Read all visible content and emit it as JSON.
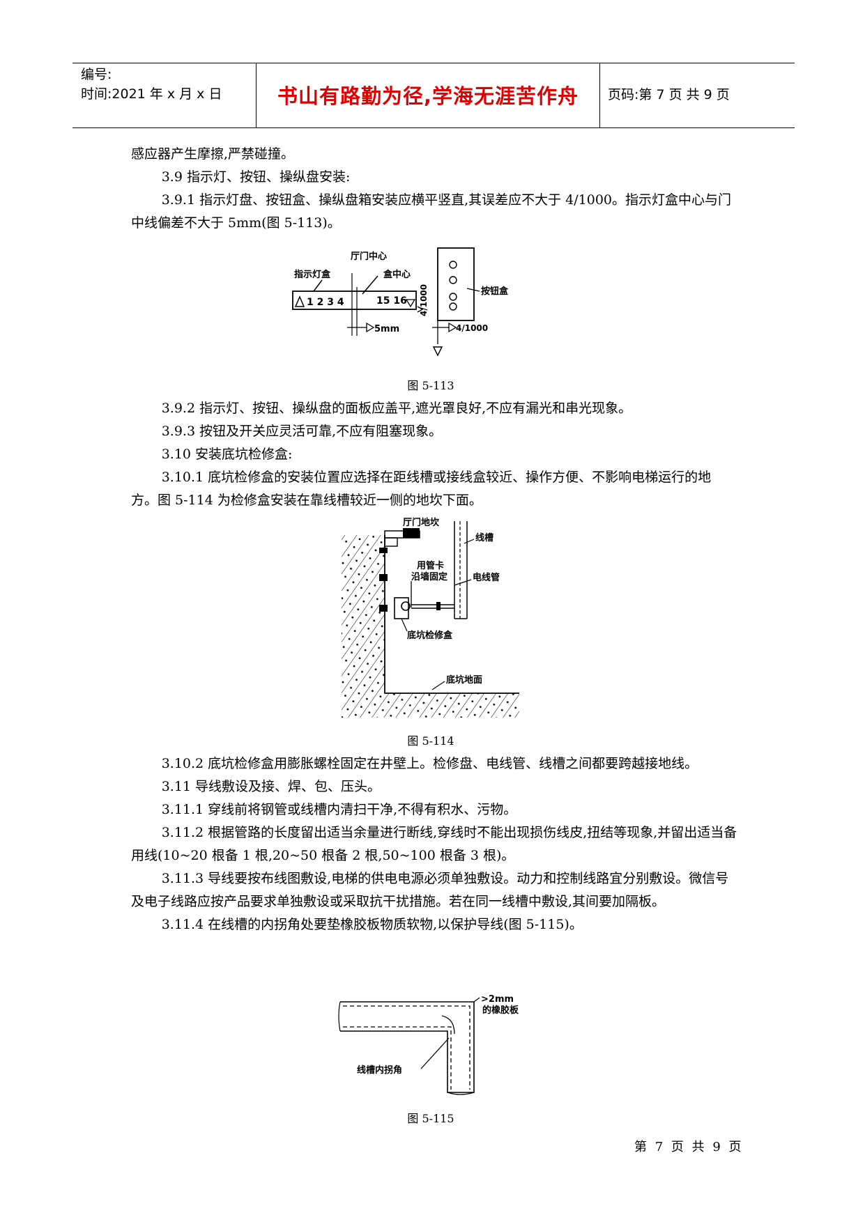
{
  "header": {
    "number_label": "编号:",
    "time_label": "时间:2021 年 x 月 x 日",
    "motto": "书山有路勤为径,学海无涯苦作舟",
    "page_label": "页码:第 7 页  共 9 页"
  },
  "paragraphs": [
    "感应器产生摩擦,严禁碰撞。",
    "3.9   指示灯、按钮、操纵盘安装:",
    "3.9.1   指示灯盘、按钮盒、操纵盘箱安装应横平竖直,其误差应不大于 4/1000。指示灯盒中心与门中线偏差不大于 5mm(图 5-113)。"
  ],
  "fig113": {
    "caption": "图 5-113",
    "label_center": "厅门中心",
    "label_lamp": "指示灯盒",
    "label_box_center": "盒中心",
    "numbers": "1  2  3  4",
    "numbers_right": "15  16",
    "label_ratio_v": "4/1000",
    "label_5mm": "5mm",
    "label_button_box": "按钮盒",
    "label_ratio_h": "4/1000"
  },
  "paragraphs2": [
    "3.9.2   指示灯、按钮、操纵盘的面板应盖平,遮光罩良好,不应有漏光和串光现象。",
    "3.9.3   按钮及开关应灵活可靠,不应有阻塞现象。",
    "3.10   安装底坑检修盒:",
    "3.10.1   底坑检修盒的安装位置应选择在距线槽或接线盒较近、操作方便、不影响电梯运行的地方。图 5-114 为检修盒安装在靠线槽较近一侧的地坎下面。"
  ],
  "fig114": {
    "caption": "图 5-114",
    "label_sill": "厅门地坎",
    "label_trunk": "线槽",
    "label_clamp1": "用管卡",
    "label_clamp2": "沿墙固定",
    "label_conduit": "电线管",
    "label_box": "底坑检修盒",
    "label_floor": "底坑地面"
  },
  "paragraphs3": [
    "3.10.2   底坑检修盒用膨胀螺栓固定在井壁上。检修盘、电线管、线槽之间都要跨越接地线。",
    "3.11   导线敷设及接、焊、包、压头。",
    "3.11.1   穿线前将钢管或线槽内清扫干净,不得有积水、污物。",
    "3.11.2   根据管路的长度留出适当余量进行断线,穿线时不能出现损伤线皮,扭结等现象,并留出适当备用线(10~20 根备 1 根,20~50 根备 2 根,50~100 根备 3 根)。",
    "3.11.3   导线要按布线图敷设,电梯的供电电源必须单独敷设。动力和控制线路宜分别敷设。微信号及电子线路应按产品要求单独敷设或采取抗干扰措施。若在同一线槽中敷设,其间要加隔板。",
    "3.11.4   在线槽的内拐角处要垫橡胶板物质软物,以保护导线(图 5-115)。"
  ],
  "fig115": {
    "caption": "图 5-115",
    "label_rubber1": ">2mm",
    "label_rubber2": "的橡胶板",
    "label_corner": "线槽内拐角"
  },
  "footer": "第 7 页 共 9 页"
}
